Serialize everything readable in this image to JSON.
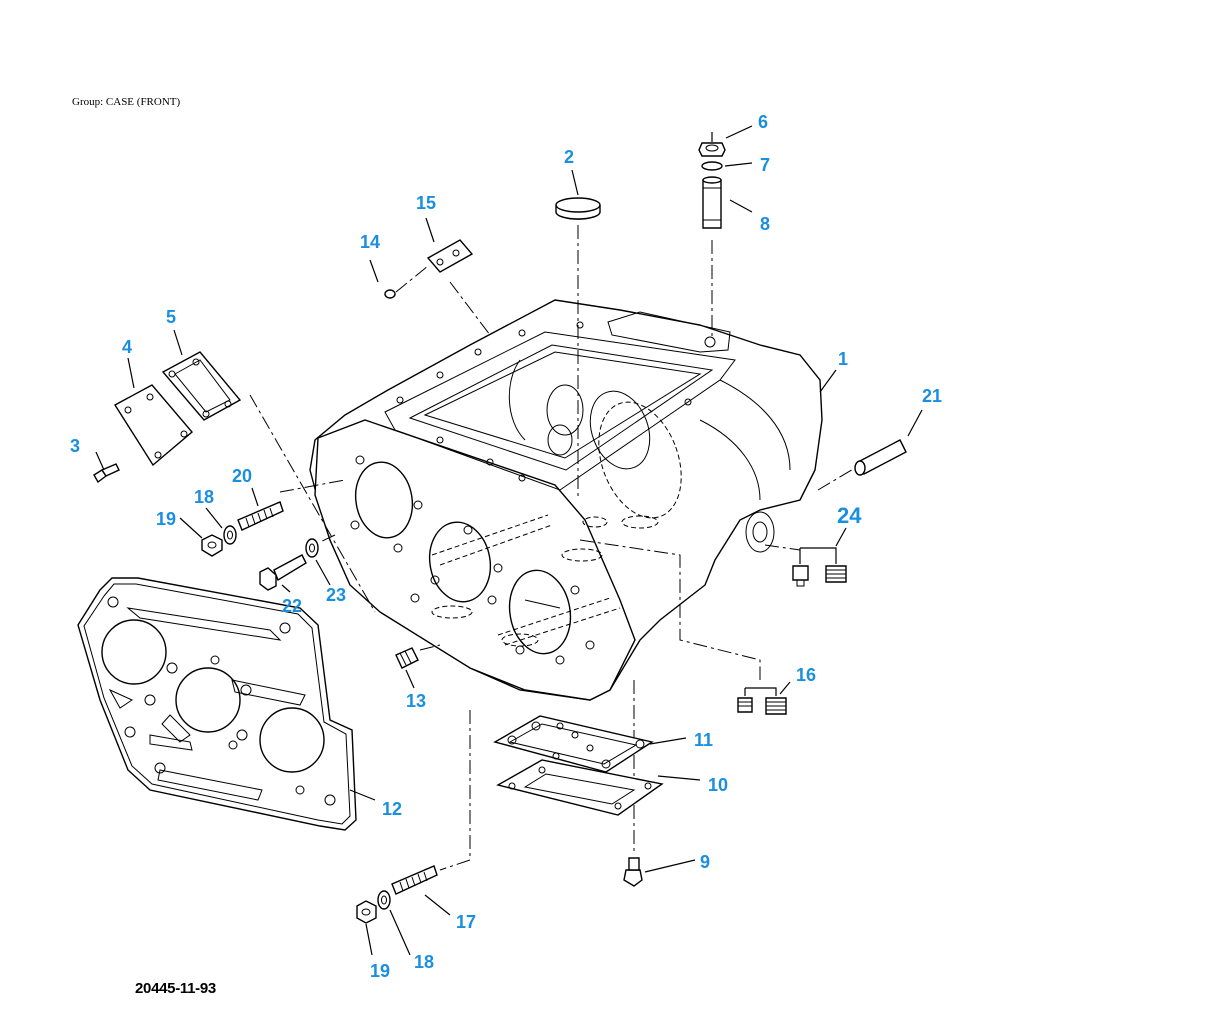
{
  "header": {
    "group_label": "Group: CASE (FRONT)"
  },
  "footer": {
    "figure_id": "20445-11-93"
  },
  "callouts": [
    {
      "id": "c1",
      "label": "1"
    },
    {
      "id": "c2",
      "label": "2"
    },
    {
      "id": "c3",
      "label": "3"
    },
    {
      "id": "c4",
      "label": "4"
    },
    {
      "id": "c5",
      "label": "5"
    },
    {
      "id": "c6",
      "label": "6"
    },
    {
      "id": "c7",
      "label": "7"
    },
    {
      "id": "c8",
      "label": "8"
    },
    {
      "id": "c9",
      "label": "9"
    },
    {
      "id": "c10",
      "label": "10"
    },
    {
      "id": "c11",
      "label": "11"
    },
    {
      "id": "c12",
      "label": "12"
    },
    {
      "id": "c13",
      "label": "13"
    },
    {
      "id": "c14",
      "label": "14"
    },
    {
      "id": "c15",
      "label": "15"
    },
    {
      "id": "c16",
      "label": "16"
    },
    {
      "id": "c17",
      "label": "17"
    },
    {
      "id": "c18a",
      "label": "18"
    },
    {
      "id": "c18b",
      "label": "18"
    },
    {
      "id": "c19a",
      "label": "19"
    },
    {
      "id": "c19b",
      "label": "19"
    },
    {
      "id": "c20",
      "label": "20"
    },
    {
      "id": "c21",
      "label": "21"
    },
    {
      "id": "c22",
      "label": "22"
    },
    {
      "id": "c23",
      "label": "23"
    },
    {
      "id": "c24",
      "label": "24"
    }
  ],
  "colors": {
    "callout": "#1a8fe0",
    "linework": "#000000",
    "background": "#ffffff"
  }
}
